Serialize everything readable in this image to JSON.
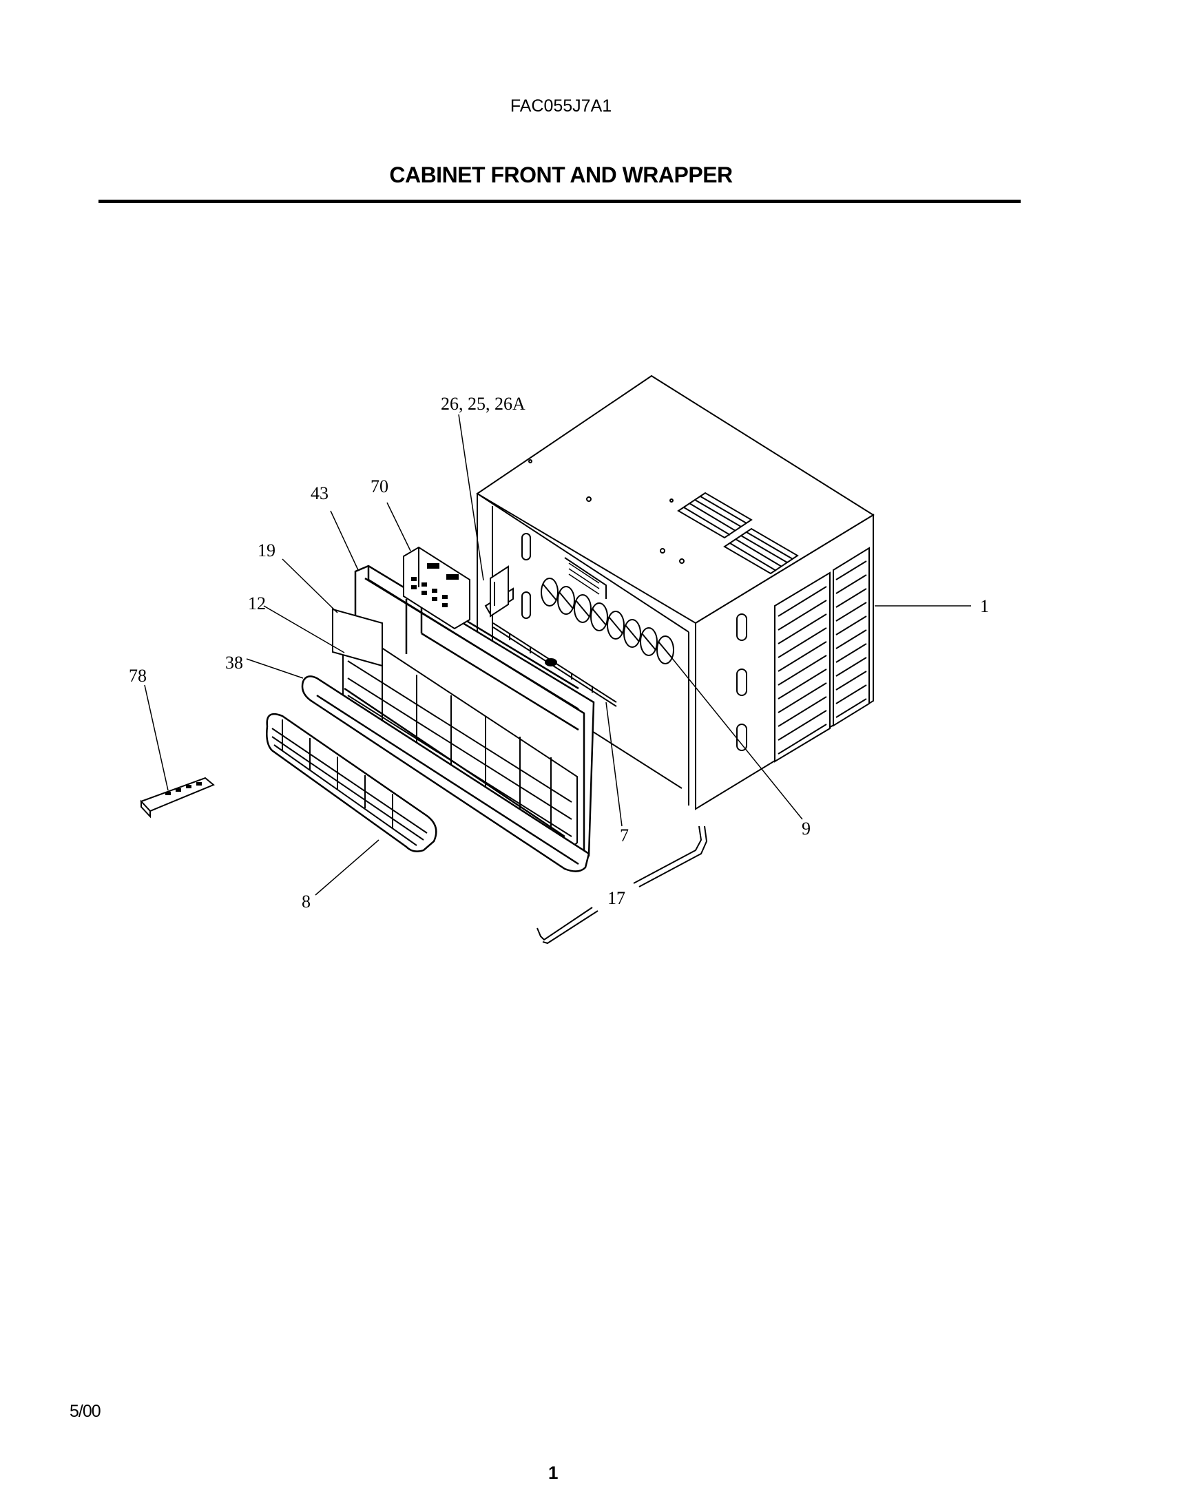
{
  "header": {
    "model_number": "FAC055J7A1",
    "section_title": "CABINET FRONT AND WRAPPER"
  },
  "callouts": {
    "c_26_25_26a": "26, 25, 26A",
    "c_43": "43",
    "c_70": "70",
    "c_19": "19",
    "c_12": "12",
    "c_38": "38",
    "c_78": "78",
    "c_1": "1",
    "c_7": "7",
    "c_9": "9",
    "c_8": "8",
    "c_17": "17"
  },
  "footer": {
    "date": "5/00",
    "page_number": "1"
  }
}
